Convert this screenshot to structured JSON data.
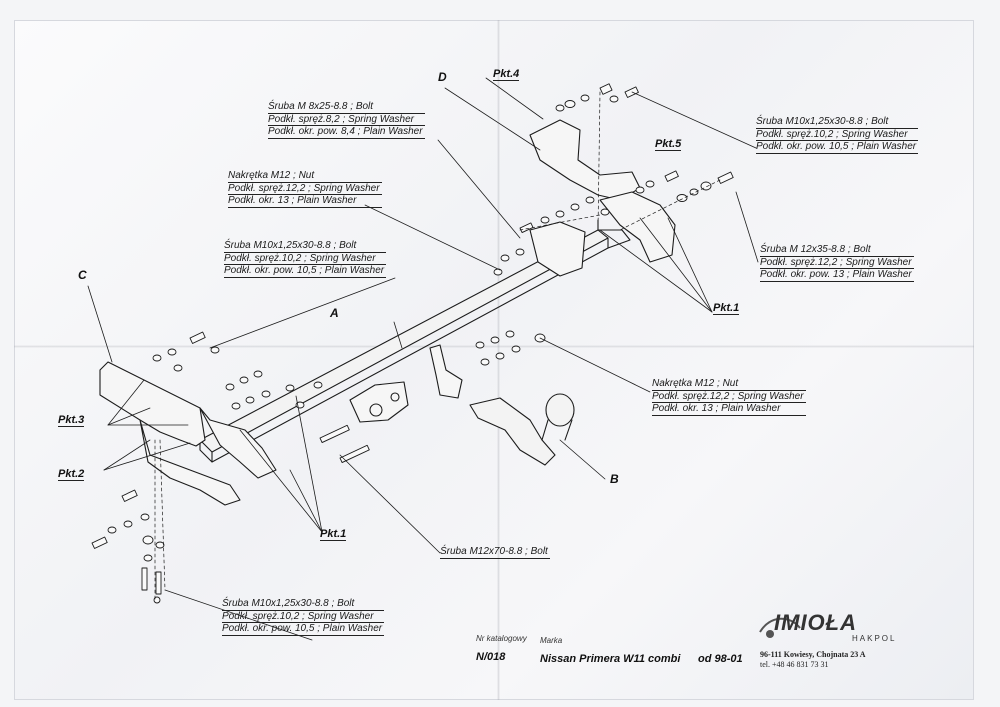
{
  "letters": {
    "A": "A",
    "B": "B",
    "C": "C",
    "D": "D"
  },
  "pkt": {
    "pkt1a": "Pkt.1",
    "pkt1b": "Pkt.1",
    "pkt2": "Pkt.2",
    "pkt3": "Pkt.3",
    "pkt4": "Pkt.4",
    "pkt5": "Pkt.5"
  },
  "labels": {
    "bolt_m8": [
      "Śruba M 8x25-8.8 ;  Bolt",
      "Podkł. spręż.8,2 ; Spring Washer",
      "Podkł. okr. pow. 8,4 ; Plain Washer"
    ],
    "bolt_m10_top_right": [
      "Śruba M10x1,25x30-8.8 ;  Bolt",
      "Podkł. spręż.10,2 ; Spring Washer",
      "Podkł. okr. pow. 10,5 ; Plain Washer"
    ],
    "nut_m12_top": [
      "Nakrętka  M12 ; Nut",
      "Podkł. spręż.12,2 ; Spring Washer",
      "Podkł. okr. 13 ; Plain Washer"
    ],
    "bolt_m12x35": [
      "Śruba M 12x35-8.8 ;  Bolt",
      "Podkł. spręż.12,2 ; Spring Washer",
      "Podkł. okr. pow. 13 ; Plain Washer"
    ],
    "bolt_m10_left": [
      "Śruba M10x1,25x30-8.8 ;  Bolt",
      "Podkł. spręż.10,2 ; Spring Washer",
      "Podkł. okr. pow. 10,5 ; Plain Washer"
    ],
    "nut_m12_right": [
      "Nakrętka  M12 ; Nut",
      "Podkł. spręż.12,2 ; Spring Washer",
      "Podkł. okr. 13 ; Plain Washer"
    ],
    "bolt_m12x70": [
      "Śruba M12x70-8.8 ;  Bolt"
    ],
    "bolt_m10_bottom": [
      "Śruba M10x1,25x30-8.8 ;  Bolt",
      "Podkł. spręż.10,2 ; Spring Washer",
      "Podkł. okr. pow. 10,5 ; Plain Washer"
    ]
  },
  "footer": {
    "catalog_caption": "Nr katalogowy",
    "catalog_value": "N/018",
    "brand_caption": "Marka",
    "model": "Nissan Primera W11 combi",
    "date": "od 98-01"
  },
  "company": {
    "logo": "IMIOŁA",
    "sub": "HAKPOL",
    "address": "96-111 Kowiesy, Chojnata 23 A",
    "phone": "tel. +48 46 831 73 31"
  },
  "colors": {
    "ink": "#1a1a1a",
    "paper": "#f4f5f7"
  }
}
